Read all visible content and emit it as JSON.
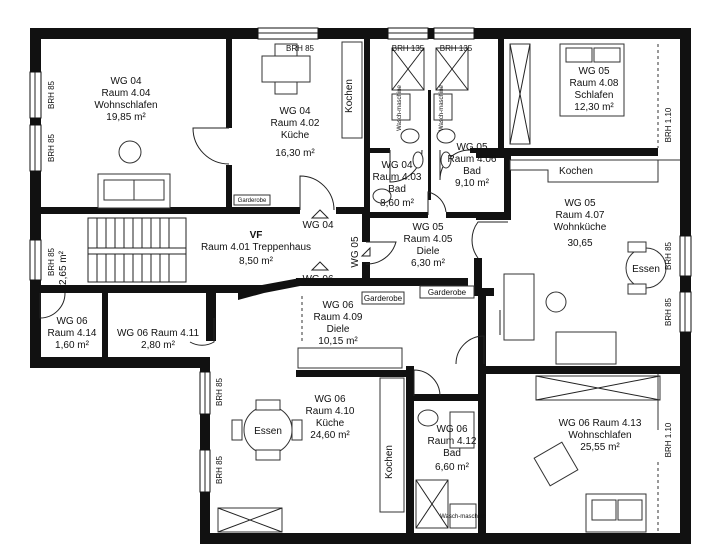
{
  "rooms": {
    "r404": {
      "l1": "WG 04",
      "l2": "Raum 4.04",
      "l3": "Wohnschlafen",
      "l4": "19,85 m²"
    },
    "r402": {
      "l1": "WG 04",
      "l2": "Raum 4.02",
      "l3": "Küche",
      "l4": "16,30 m²"
    },
    "r403": {
      "l1": "WG 04",
      "l2": "Raum 4.03",
      "l3": "Bad",
      "l4": "8,60 m²"
    },
    "r406": {
      "l1": "WG 05",
      "l2": "Raum 4.06",
      "l3": "Bad",
      "l4": "9,10 m²"
    },
    "r408": {
      "l1": "WG 05",
      "l2": "Raum 4.08",
      "l3": "Schlafen",
      "l4": "12,30 m²"
    },
    "r407": {
      "l1": "WG 05",
      "l2": "Raum 4.07",
      "l3": "Wohnküche",
      "l4": "30,65"
    },
    "r401": {
      "l1": "VF",
      "l2": "Raum 4.01 Treppenhaus",
      "l3": "8,50 m²"
    },
    "r405": {
      "l1": "WG 05",
      "l2": "Raum 4.05",
      "l3": "Diele",
      "l4": "6,30 m²"
    },
    "r409": {
      "l1": "WG 06",
      "l2": "Raum 4.09",
      "l3": "Diele",
      "l4": "10,15 m²"
    },
    "r414": {
      "l1": "WG 06",
      "l2": "Raum 4.14",
      "l3": "1,60 m²"
    },
    "r411": {
      "l1": "WG 06 Raum 4.11",
      "l2": "2,80 m²"
    },
    "r410": {
      "l1": "WG 06",
      "l2": "Raum 4.10",
      "l3": "Küche",
      "l4": "24,60 m²"
    },
    "r412": {
      "l1": "WG 06",
      "l2": "Raum 4.12",
      "l3": "Bad",
      "l4": "6,60 m²"
    },
    "r413": {
      "l1": "WG 06 Raum 4.13",
      "l2": "Wohnschlafen",
      "l3": "25,55 m²"
    }
  },
  "door_tags": {
    "wg04": "WG 04",
    "wg05": "WG 05",
    "wg06": "WG 06"
  },
  "fixtures": {
    "kochen": "Kochen",
    "garderobe": "Garderobe",
    "essen": "Essen",
    "waschmaschine": "Wasch-maschine",
    "stair_dim": "2,65 m²"
  },
  "window_labels": {
    "brh85": "BRH 85",
    "brh135": "BRH 135",
    "brh110": "BRH 1.10"
  }
}
